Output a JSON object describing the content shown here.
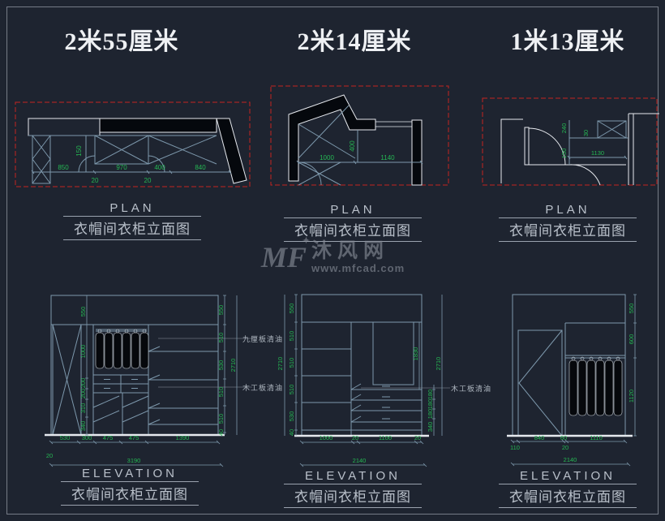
{
  "colors": {
    "background": "#1e2430",
    "line_teal": "#7d98ac",
    "line_white": "#e6e9ee",
    "dim_green": "#25b753",
    "wall_red": "#c42320",
    "title_gray": "#b9c0ca",
    "header_white": "#eef0f3",
    "watermark_gray": "#878d98",
    "black_fill": "#05080d"
  },
  "headers": {
    "col1": "2米55厘米",
    "col2": "2米14厘米",
    "col3": "1米13厘米"
  },
  "section_titles": {
    "plan_en": "PLAN",
    "elevation_en": "ELEVATION",
    "subtitle_zh": "衣帽间衣柜立面图"
  },
  "watermark": {
    "logo": "MF",
    "spark": "✦",
    "brand": "沐风网",
    "url": "www.mfcad.com"
  },
  "notes": {
    "nine_board": "九厘板清油",
    "wood_board": "木工板清油"
  },
  "plan_left": {
    "dim_850": "850",
    "dim_970": "970",
    "dim_400": "400",
    "dim_840": "840",
    "dim_20a": "20",
    "dim_20b": "20",
    "dim_150": "150"
  },
  "plan_mid": {
    "dim_1000": "1000",
    "dim_1140": "1140",
    "dim_400": "400"
  },
  "plan_right": {
    "dim_1130": "1130",
    "dim_240": "240",
    "dim_30": "30",
    "dim_150": "150"
  },
  "elev_left": {
    "left_dims": [
      "550",
      "1000",
      "200",
      "200",
      "310",
      "340"
    ],
    "right_dims": [
      "550",
      "510",
      "530",
      "510",
      "510",
      "40"
    ],
    "total_h": "2710",
    "bottom_dims": [
      "530",
      "300",
      "475",
      "475",
      "1390"
    ],
    "offset_20": "20",
    "total_w": "3190"
  },
  "elev_mid": {
    "left_dims": [
      "550",
      "510",
      "510",
      "510",
      "530",
      "40"
    ],
    "right_dims": [
      "1830",
      "180",
      "180",
      "180",
      "340"
    ],
    "total_h": "2710",
    "bottom_dims": [
      "1000",
      "20",
      "1100",
      "20"
    ],
    "total_w": "2140"
  },
  "elev_right": {
    "right_dims": [
      "550",
      "600",
      "1120"
    ],
    "bottom_dims": [
      "840",
      "60",
      "1110"
    ],
    "offset_110": "110",
    "offset_20": "20",
    "total_w": "2140"
  }
}
